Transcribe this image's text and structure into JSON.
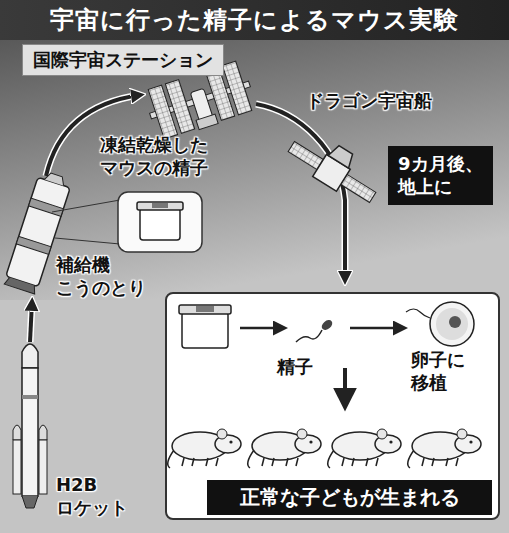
{
  "diagram": {
    "title": "宇宙に行った精子によるマウス実験",
    "nodes": [
      {
        "text": [
          "国際宇宙ステーション"
        ]
      },
      {
        "text": [
          "9カ月後、 地上に"
        ]
      },
      {
        "text": [
          "精子",
          "卵子に 移植"
        ]
      },
      {
        "text": [
          "正常な子どもが生まれる"
        ],
        "in": 2
      }
    ],
    "labels": [
      "ドラゴン宇宙船",
      "凍結乾燥した マウスの精子",
      "補給機 こうのとり",
      "H2B ロケット"
    ]
  }
}
